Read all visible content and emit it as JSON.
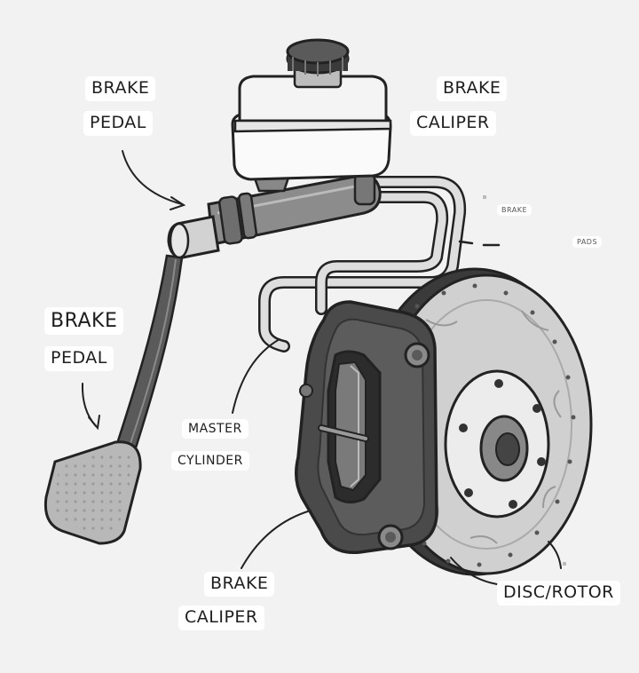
{
  "labels": {
    "top_left_brake": "BRAKE",
    "top_left_pedal": "PEDAL",
    "top_right_brake": "BRAKE",
    "top_right_caliper": "CALIPER",
    "small_brake": "BRAKE",
    "small_pads": "PADS",
    "left_brake": "BRAKE",
    "left_pedal": "PEDAL",
    "master": "MASTER",
    "cylinder": "CYLINDER",
    "bottom_brake": "BRAKE",
    "bottom_caliper": "CALIPER",
    "disc_rotor": "DISC/ROTOR"
  },
  "colors": {
    "background": "#f2f2f2",
    "outline": "#222222",
    "reservoir": "#fafafa",
    "caliper": "#4a4a4a",
    "rotor": "#cfcfcf",
    "pedal_pad": "#b8b8b8"
  }
}
